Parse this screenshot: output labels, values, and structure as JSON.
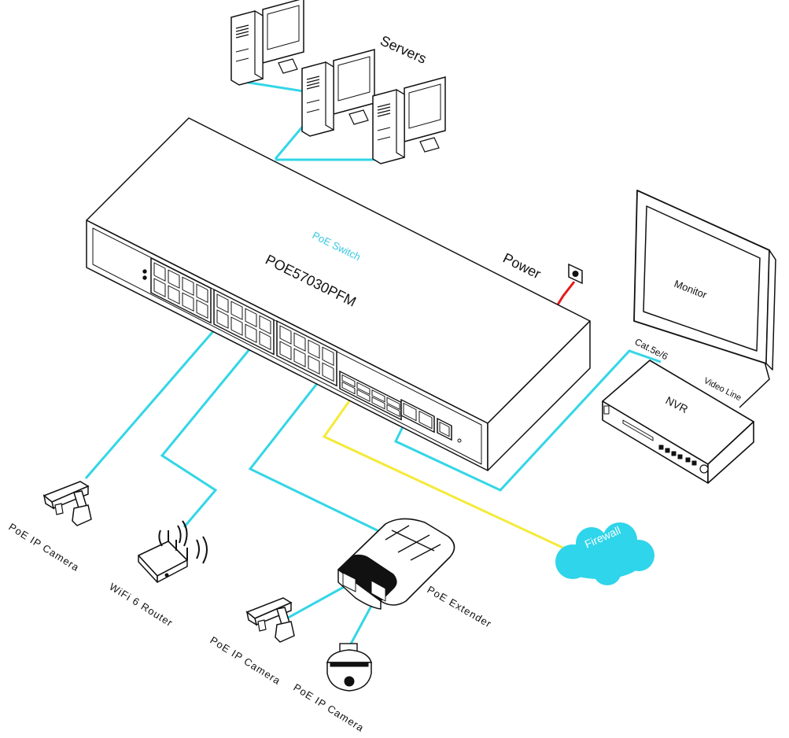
{
  "labels": {
    "servers": "Servers",
    "poe_switch": "PoE Switch",
    "model": "POE57030PFM",
    "power": "Power",
    "monitor": "Monitor",
    "cable_type": "Cat.5e/6",
    "video_line": "Video Line",
    "nvr": "NVR",
    "firewall": "Firewall",
    "poe_extender": "PoE Extender",
    "wifi_router": "WiFi 6 Router",
    "camera_left": "PoE IP Camera",
    "camera_mid": "PoE IP Camera",
    "camera_dome": "PoE IP Camera"
  },
  "colors": {
    "cable": "#33d6e6",
    "uplink": "#f4ea3a",
    "power_cable": "#e31b1b",
    "firewall": "#2fd5ea",
    "line": "#111111",
    "poe_switch_text": "#35c7e0"
  },
  "icons": {
    "server": "server-icon",
    "switch": "poe-switch-icon",
    "monitor": "monitor-icon",
    "nvr": "nvr-icon",
    "firewall": "cloud-icon",
    "extender": "poe-extender-icon",
    "router": "wifi-router-icon",
    "camera": "bullet-camera-icon",
    "dome": "dome-camera-icon"
  }
}
